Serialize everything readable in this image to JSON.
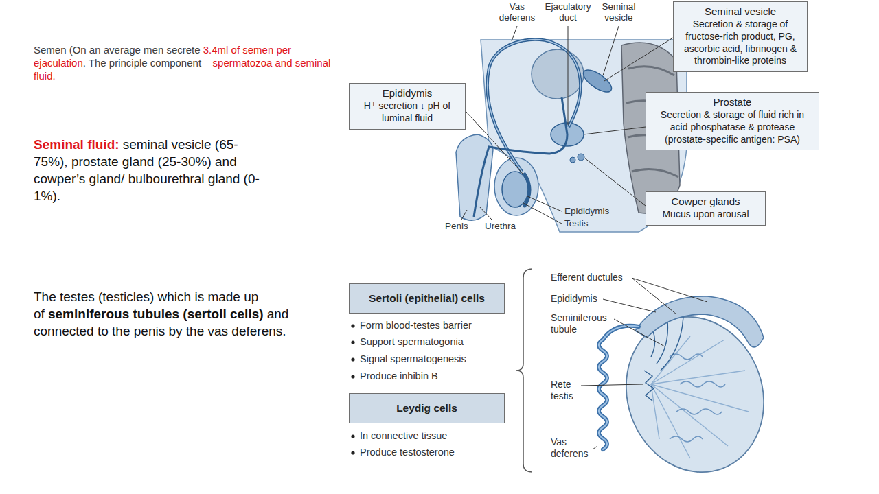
{
  "diagram": {
    "nodes": [
      {
        "text": [
          "Seminal vesicle",
          "Secretion & storage of fructose-rich product, PG, ascorbic acid, fibrinogen & thrombin-like proteins"
        ]
      },
      {
        "text": [
          "Epididymis",
          "H⁺ secretion ↓ pH of luminal fluid"
        ]
      },
      {
        "text": [
          "Prostate",
          "Secretion & storage of fluid rich in acid phosphatase & protease (prostate-specific antigen: PSA)"
        ]
      },
      {
        "text": [
          "Cowper glands",
          "Mucus upon arousal"
        ]
      },
      {
        "text": [
          "Sertoli (epithelial) cells"
        ]
      },
      {
        "text": [
          "Leydig cells"
        ]
      }
    ],
    "labels": [
      "Semen (On an average men secrete",
      "3.4ml of semen per ejaculation",
      ". The principle component",
      "– spermatozoa and seminal fluid.",
      "Seminal fluid:",
      "seminal vesicle (65-75%), prostate gland (25-30%) and cowper’s gland/ bulbourethral gland (0-1%).",
      "The testes (testicles) which is made up of",
      "seminiferous tubules (sertoli cells)",
      "and connected to the penis by the vas deferens.",
      "Vas deferens",
      "Ejaculatory duct",
      "Seminal vesicle",
      "Penis",
      "Urethra",
      "Epididymis",
      "Testis",
      "Form blood-testes barrier",
      "Support spermatogonia",
      "Signal spermatogenesis",
      "Produce inhibin B",
      "In connective tissue",
      "Produce testosterone",
      "Efferent ductules",
      "Epididymis",
      "Seminiferous tubule",
      "Rete testis",
      "Vas deferens"
    ]
  }
}
